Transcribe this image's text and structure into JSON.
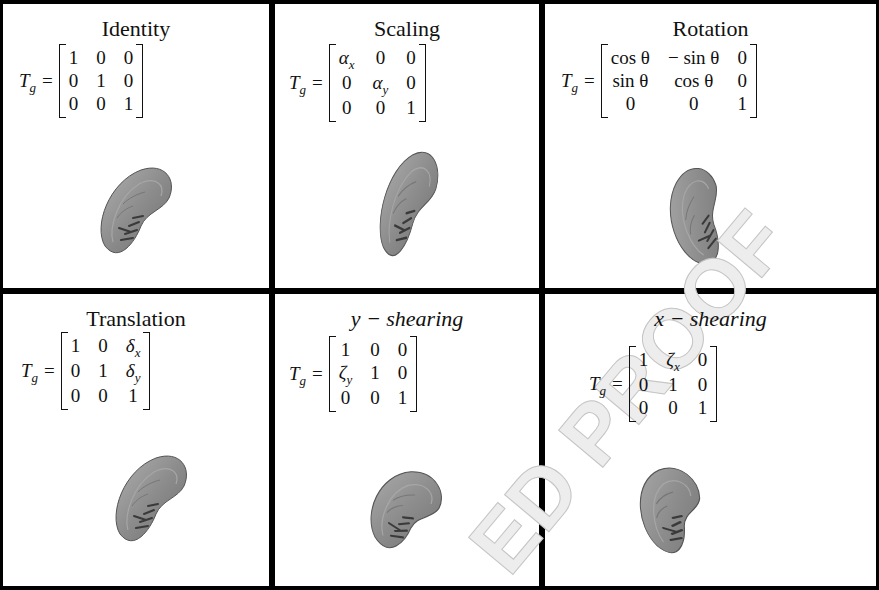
{
  "diagram": {
    "nodes": [
      {
        "text": [
          "Identity",
          "T",
          "g",
          "=",
          "1",
          "0",
          "0",
          "0",
          "1",
          "0",
          "0",
          "0",
          "1"
        ]
      },
      {
        "text": [
          "Scaling",
          "T",
          "g",
          "=",
          "α",
          "x",
          "0",
          "0",
          "0",
          "α",
          "y",
          "0",
          "0",
          "0",
          "1"
        ]
      },
      {
        "text": [
          "Rotation",
          "T",
          "g",
          "=",
          "cos θ",
          "− sin θ",
          "0",
          "sin θ",
          "cos θ",
          "0",
          "0",
          "0",
          "1"
        ]
      },
      {
        "text": [
          "Translation",
          "T",
          "g",
          "=",
          "1",
          "0",
          "δ",
          "x",
          "0",
          "1",
          "δ",
          "y",
          "0",
          "0",
          "1"
        ]
      },
      {
        "text": [
          "y − shearing",
          "T",
          "g",
          "=",
          "1",
          "0",
          "0",
          "ζ",
          "y",
          "1",
          "0",
          "0",
          "0",
          "1"
        ]
      },
      {
        "text": [
          "x − shearing",
          "T",
          "g",
          "=",
          "1",
          "ζ",
          "x",
          "0",
          "0",
          "1",
          "0",
          "0",
          "0",
          "1"
        ]
      }
    ],
    "labels": [
      "ED PROOF"
    ]
  }
}
